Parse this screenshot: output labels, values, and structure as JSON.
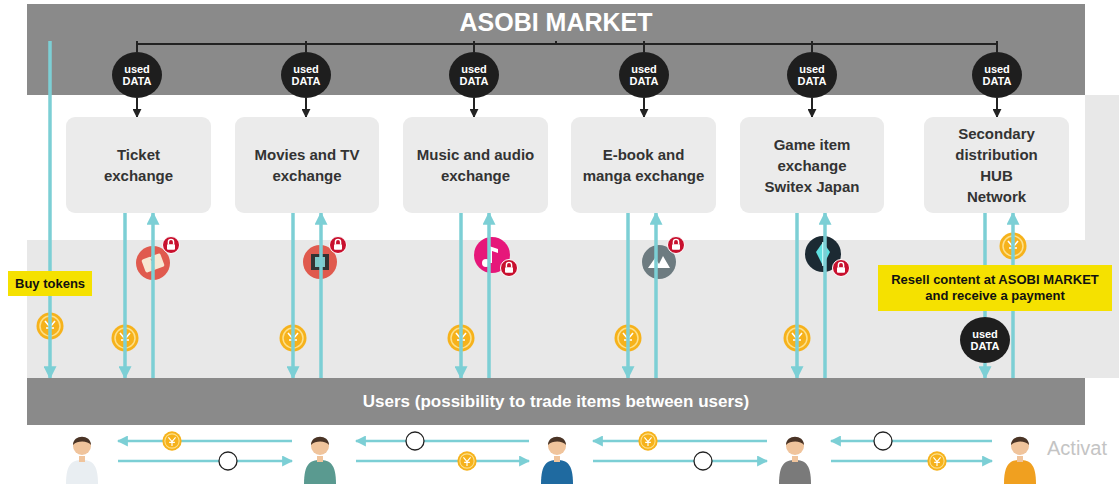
{
  "diagram": {
    "nodes": [
      {
        "text": [
          "ASOBI MARKET"
        ]
      },
      {
        "text": [
          "used DATA"
        ]
      },
      {
        "text": [
          "used DATA"
        ]
      },
      {
        "text": [
          "used DATA"
        ]
      },
      {
        "text": [
          "used DATA"
        ]
      },
      {
        "text": [
          "used DATA"
        ]
      },
      {
        "text": [
          "used DATA"
        ]
      },
      {
        "text": [
          "Ticket exchange"
        ]
      },
      {
        "text": [
          "Movies and TV exchange"
        ]
      },
      {
        "text": [
          "Music and audio exchange"
        ]
      },
      {
        "text": [
          "E-book and manga exchange"
        ]
      },
      {
        "text": [
          "Game item exchange Switex Japan"
        ]
      },
      {
        "text": [
          "Secondary distribution HUB Network"
        ]
      },
      {
        "text": [
          "Resell content at ASOBI MARKET and receive a payment"
        ]
      },
      {
        "text": [
          "used DATA"
        ]
      },
      {
        "text": [
          "Users (possibility to trade items between users)"
        ]
      }
    ],
    "edges": [
      {
        "from": 0,
        "to": 1,
        "arrow": "none"
      },
      {
        "from": 0,
        "to": 2,
        "arrow": "none"
      },
      {
        "from": 0,
        "to": 3,
        "arrow": "none"
      },
      {
        "from": 0,
        "to": 4,
        "arrow": "none"
      },
      {
        "from": 0,
        "to": 5,
        "arrow": "none"
      },
      {
        "from": 0,
        "to": 6,
        "arrow": "none"
      },
      {
        "from": 1,
        "to": 7,
        "arrow": "to"
      },
      {
        "from": 2,
        "to": 8,
        "arrow": "to"
      },
      {
        "from": 3,
        "to": 9,
        "arrow": "to"
      },
      {
        "from": 4,
        "to": 10,
        "arrow": "to"
      },
      {
        "from": 5,
        "to": 11,
        "arrow": "to"
      },
      {
        "from": 6,
        "to": 12,
        "arrow": "to"
      },
      {
        "from": 7,
        "to": 15,
        "arrow": "to"
      },
      {
        "from": 15,
        "to": 7,
        "arrow": "to"
      },
      {
        "from": 8,
        "to": 15,
        "arrow": "to"
      },
      {
        "from": 15,
        "to": 8,
        "arrow": "to"
      },
      {
        "from": 9,
        "to": 15,
        "arrow": "to"
      },
      {
        "from": 15,
        "to": 9,
        "arrow": "to"
      },
      {
        "from": 10,
        "to": 15,
        "arrow": "to"
      },
      {
        "from": 15,
        "to": 10,
        "arrow": "to"
      },
      {
        "from": 11,
        "to": 15,
        "arrow": "to"
      },
      {
        "from": 15,
        "to": 11,
        "arrow": "to"
      },
      {
        "from": 12,
        "to": 14,
        "arrow": "none"
      },
      {
        "from": 14,
        "to": 15,
        "arrow": "to"
      },
      {
        "from": 15,
        "to": 12,
        "arrow": "to"
      },
      {
        "from": 0,
        "to": 15,
        "label": "Buy tokens",
        "arrow": "to"
      }
    ],
    "labels": [
      "Activat"
    ]
  }
}
